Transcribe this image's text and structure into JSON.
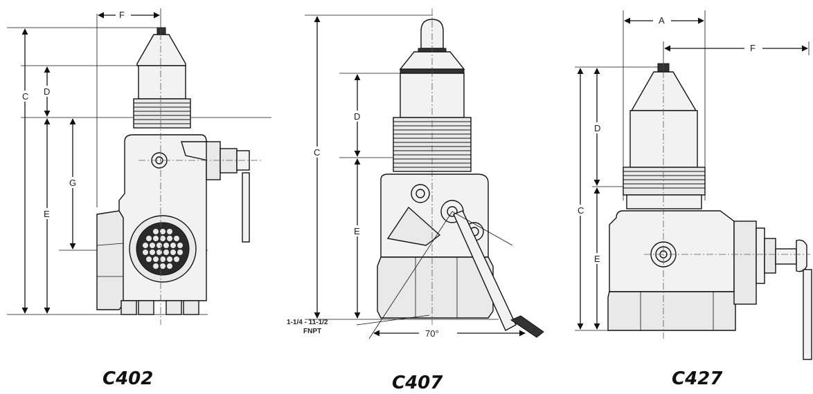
{
  "views": [
    {
      "model": "C402",
      "dims": {
        "F": "F",
        "C": "C",
        "D": "D",
        "E": "E",
        "G": "G"
      }
    },
    {
      "model": "C407",
      "dims": {
        "C": "C",
        "D": "D",
        "E": "E"
      },
      "thread_note": [
        "1-1/4 - 11-1/2",
        "FNPT"
      ],
      "angle": "70°"
    },
    {
      "model": "C427",
      "dims": {
        "A": "A",
        "F": "F",
        "C": "C",
        "D": "D",
        "E": "E"
      }
    }
  ],
  "colors": {
    "line": "#111111",
    "body": "#f2f2f2",
    "background": "#ffffff"
  }
}
